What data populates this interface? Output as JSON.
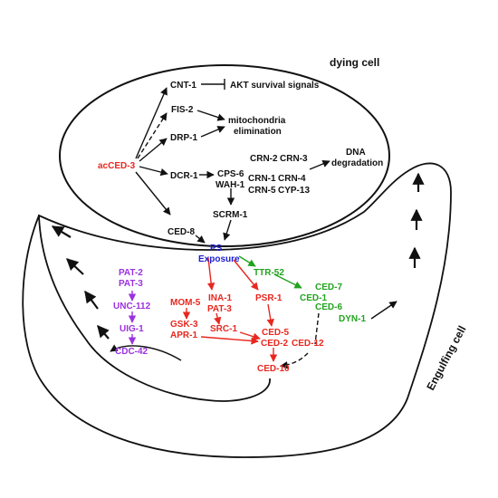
{
  "colors": {
    "black": "#111111",
    "red": "#e8271f",
    "blue": "#1c1ccf",
    "green": "#22a31f",
    "purple": "#9b31e0"
  },
  "titles": {
    "dying_cell": "dying cell",
    "engulfing_cell": "Engulfing cell"
  },
  "dying": {
    "acced3": "acCED-3",
    "cnt1": "CNT-1",
    "akt": "AKT survival signals",
    "fis2": "FIS-2",
    "drp1": "DRP-1",
    "mito1": "mitochondria",
    "mito2": "elimination",
    "dcr1": "DCR-1",
    "cps6": "CPS-6",
    "wah1": "WAH-1",
    "scrm1": "SCRM-1",
    "ced8": "CED-8",
    "crn2": "CRN-2",
    "crn3": "CRN-3",
    "crn1": "CRN-1",
    "crn4": "CRN-4",
    "crn5": "CRN-5",
    "cyp13": "CYP-13",
    "dna1": "DNA",
    "dna2": "degradation"
  },
  "ps": {
    "line1": "PS",
    "line2": "Exposure"
  },
  "purple": {
    "pat2": "PAT-2",
    "pat3": "PAT-3",
    "unc112": "UNC-112",
    "uig1": "UIG-1",
    "cdc42": "CDC-42"
  },
  "red": {
    "mom5": "MOM-5",
    "gsk3": "GSK-3",
    "apr1": "APR-1",
    "ina1": "INA-1",
    "pat3": "PAT-3",
    "src1": "SRC-1",
    "psr1": "PSR-1",
    "ced5": "CED-5",
    "ced2": "CED-2",
    "ced12": "CED-12",
    "ced10": "CED-10"
  },
  "green": {
    "ttr52": "TTR-52",
    "ced7": "CED-7",
    "ced1": "CED-1",
    "ced6": "CED-6",
    "dyn1": "DYN-1"
  }
}
